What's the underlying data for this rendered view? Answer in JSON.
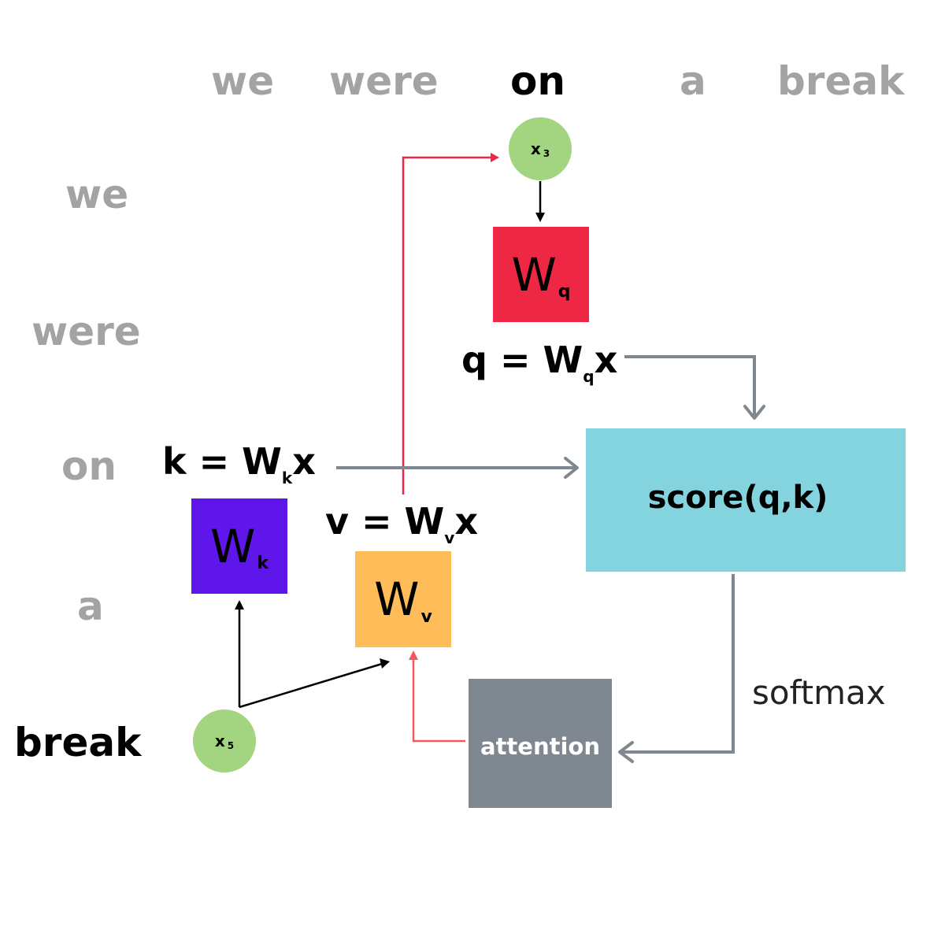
{
  "columns": [
    {
      "label": "we",
      "active": false
    },
    {
      "label": "were",
      "active": false
    },
    {
      "label": "on",
      "active": true
    },
    {
      "label": "a",
      "active": false
    },
    {
      "label": "break",
      "active": false
    }
  ],
  "rows": [
    {
      "label": "we",
      "active": false
    },
    {
      "label": "were",
      "active": false
    },
    {
      "label": "on",
      "active": false
    },
    {
      "label": "a",
      "active": false
    },
    {
      "label": "break",
      "active": true
    }
  ],
  "nodes": {
    "x3": {
      "var": "x",
      "sub": "3",
      "color": "#a3d47f"
    },
    "x5": {
      "var": "x",
      "sub": "5",
      "color": "#a3d47f"
    }
  },
  "matrices": {
    "wq": {
      "letter": "W",
      "sub": "q",
      "color": "#ee2844"
    },
    "wk": {
      "letter": "W",
      "sub": "k",
      "color": "#5e16ea"
    },
    "wv": {
      "letter": "W",
      "sub": "v",
      "color": "#ffbd59"
    }
  },
  "formulas": {
    "q": {
      "lhs": "q = W",
      "sub": "q",
      "rhs": "x"
    },
    "k": {
      "lhs": "k = W",
      "sub": "k",
      "rhs": "x"
    },
    "v": {
      "lhs": "v = W",
      "sub": "v",
      "rhs": "x"
    }
  },
  "score_box": {
    "label": "score(q,k)",
    "color": "#84d4e0"
  },
  "attention_box": {
    "label": "attention",
    "color": "#7f8890"
  },
  "softmax_label": "softmax",
  "colors": {
    "arrow_gray": "#7f8890",
    "arrow_red": "#ee2844",
    "arrow_black": "#000000",
    "word_inactive": "#a3a3a3",
    "word_active": "#000000"
  }
}
